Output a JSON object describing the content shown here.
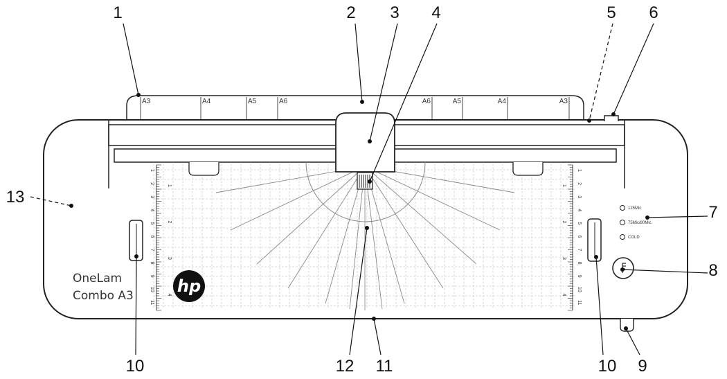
{
  "product": {
    "name_line1": "OneLam",
    "name_line2": "Combo A3",
    "logo_text": "hp",
    "logo_icon": "hp-logo-icon"
  },
  "paper_scale": {
    "left": [
      "A3",
      "A4",
      "A5",
      "A6"
    ],
    "right": [
      "A6",
      "A5",
      "A4",
      "A3"
    ]
  },
  "indicators": [
    "125Mic",
    "75Mic/80Mic",
    "COLD"
  ],
  "ruler": {
    "outer_marks": [
      "1",
      "2",
      "3",
      "4",
      "5",
      "6",
      "7",
      "8",
      "9",
      "10",
      "11"
    ],
    "inner_marks": [
      "1",
      "2",
      "3",
      "4"
    ]
  },
  "callouts": [
    "1",
    "2",
    "3",
    "4",
    "5",
    "6",
    "7",
    "8",
    "9",
    "10",
    "10",
    "11",
    "12",
    "13"
  ],
  "colors": {
    "line": "#222222",
    "grid": "#bbbbbb",
    "logo": "#111111"
  }
}
